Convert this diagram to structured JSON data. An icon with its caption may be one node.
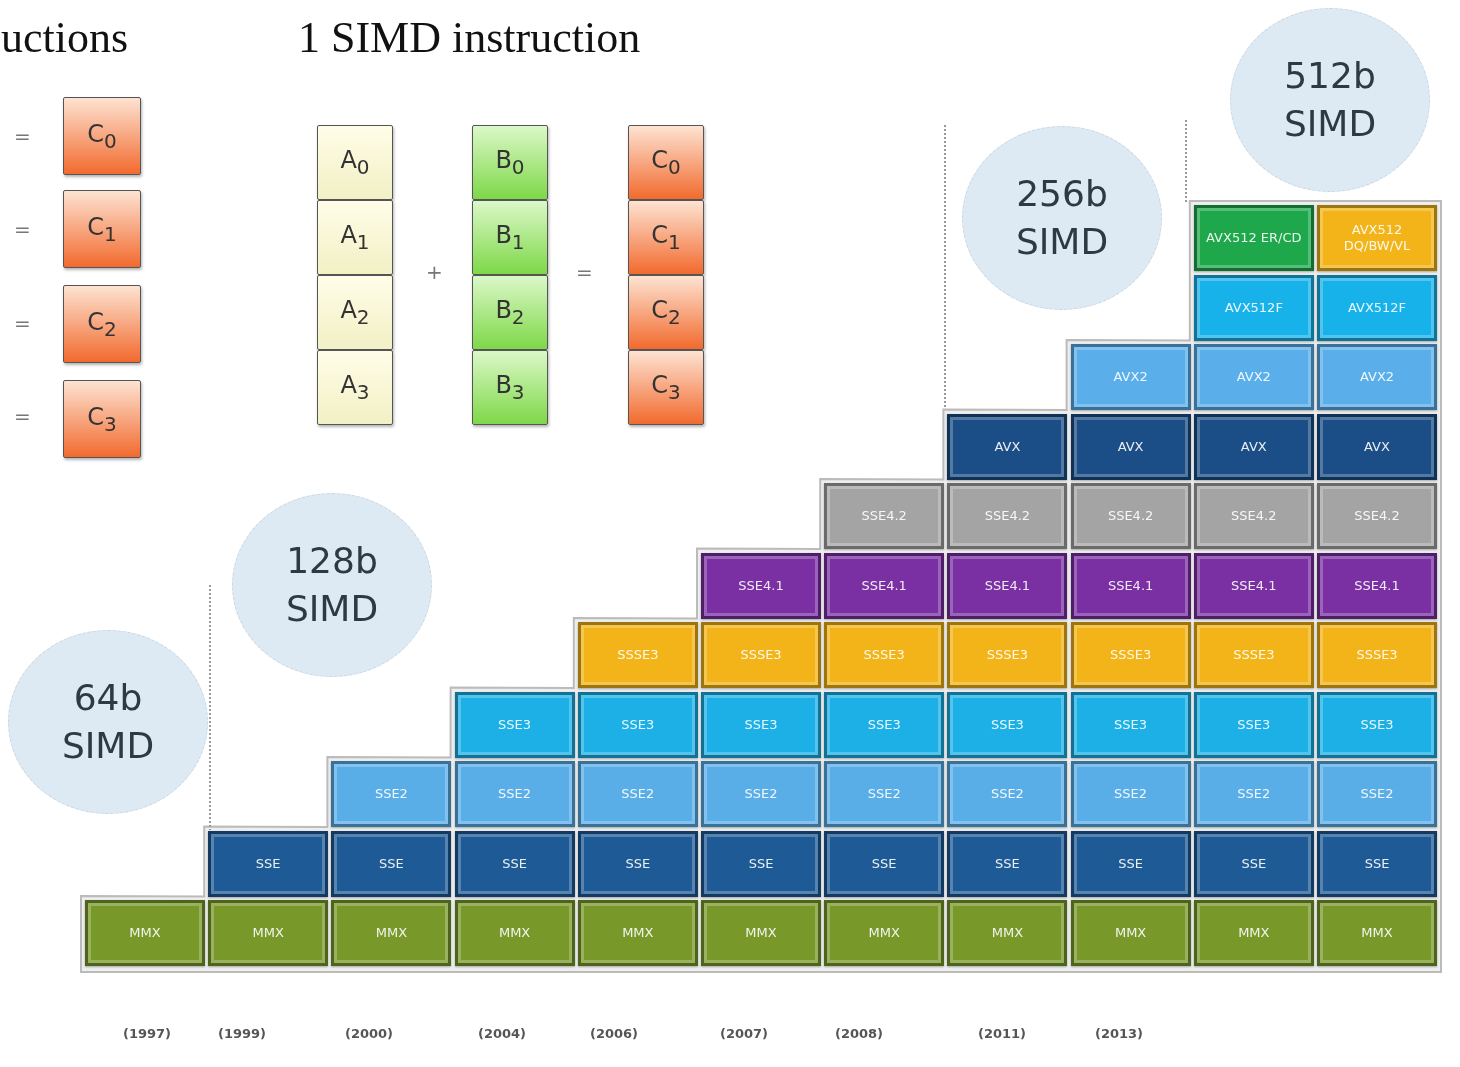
{
  "diagram": {
    "nodes": [
      {
        "text": [
          "C$_{0}$"
        ]
      },
      {
        "text": [
          "C$_{1}$"
        ]
      },
      {
        "text": [
          "C$_{2}$"
        ]
      },
      {
        "text": [
          "C$_{3}$"
        ]
      },
      {
        "text": [
          "A$_{0}$"
        ]
      },
      {
        "text": [
          "A$_{1}$"
        ]
      },
      {
        "text": [
          "A$_{2}$"
        ]
      },
      {
        "text": [
          "A$_{3}$"
        ]
      },
      {
        "text": [
          "B$_{0}$"
        ]
      },
      {
        "text": [
          "B$_{1}$"
        ]
      },
      {
        "text": [
          "B$_{2}$"
        ]
      },
      {
        "text": [
          "B$_{3}$"
        ]
      },
      {
        "text": [
          "C$_{0}$"
        ]
      },
      {
        "text": [
          "C$_{1}$"
        ]
      },
      {
        "text": [
          "C$_{2}$"
        ]
      },
      {
        "text": [
          "C$_{3}$"
        ]
      },
      {
        "text": [
          "512b SIMD"
        ]
      },
      {
        "text": [
          "256b SIMD"
        ]
      },
      {
        "text": [
          "128b SIMD"
        ]
      },
      {
        "text": [
          "64b SIMD"
        ]
      },
      {
        "text": [
          "AVX512 ER/CD"
        ]
      },
      {
        "text": [
          "AVX512 DQ/BW/VL"
        ]
      },
      {
        "text": [
          "AVX512F"
        ]
      },
      {
        "text": [
          "AVX512F"
        ]
      },
      {
        "text": [
          "AVX2"
        ]
      },
      {
        "text": [
          "AVX2"
        ]
      },
      {
        "text": [
          "AVX2"
        ]
      },
      {
        "text": [
          "AVX"
        ]
      },
      {
        "text": [
          "AVX"
        ]
      },
      {
        "text": [
          "AVX"
        ]
      },
      {
        "text": [
          "AVX"
        ]
      },
      {
        "text": [
          "SSE4.2"
        ]
      },
      {
        "text": [
          "SSE4.2"
        ]
      },
      {
        "text": [
          "SSE4.2"
        ]
      },
      {
        "text": [
          "SSE4.2"
        ]
      },
      {
        "text": [
          "SSE4.2"
        ]
      },
      {
        "text": [
          "SSE4.1"
        ]
      },
      {
        "text": [
          "SSE4.1"
        ]
      },
      {
        "text": [
          "SSE4.1"
        ]
      },
      {
        "text": [
          "SSE4.1"
        ]
      },
      {
        "text": [
          "SSE4.1"
        ]
      },
      {
        "text": [
          "SSE4.1"
        ]
      },
      {
        "text": [
          "SSSE3"
        ]
      },
      {
        "text": [
          "SSSE3"
        ]
      },
      {
        "text": [
          "SSSE3"
        ]
      },
      {
        "text": [
          "SSSE3"
        ]
      },
      {
        "text": [
          "SSSE3"
        ]
      },
      {
        "text": [
          "SSSE3"
        ]
      },
      {
        "text": [
          "SSSE3"
        ]
      },
      {
        "text": [
          "SSE3"
        ]
      },
      {
        "text": [
          "SSE3"
        ]
      },
      {
        "text": [
          "SSE3"
        ]
      },
      {
        "text": [
          "SSE3"
        ]
      },
      {
        "text": [
          "SSE3"
        ]
      },
      {
        "text": [
          "SSE3"
        ]
      },
      {
        "text": [
          "SSE3"
        ]
      },
      {
        "text": [
          "SSE3"
        ]
      },
      {
        "text": [
          "SSE2"
        ]
      },
      {
        "text": [
          "SSE2"
        ]
      },
      {
        "text": [
          "SSE2"
        ]
      },
      {
        "text": [
          "SSE2"
        ]
      },
      {
        "text": [
          "SSE2"
        ]
      },
      {
        "text": [
          "SSE2"
        ]
      },
      {
        "text": [
          "SSE2"
        ]
      },
      {
        "text": [
          "SSE2"
        ]
      },
      {
        "text": [
          "SSE2"
        ]
      },
      {
        "text": [
          "SSE"
        ]
      },
      {
        "text": [
          "SSE"
        ]
      },
      {
        "text": [
          "SSE"
        ]
      },
      {
        "text": [
          "SSE"
        ]
      },
      {
        "text": [
          "SSE"
        ]
      },
      {
        "text": [
          "SSE"
        ]
      },
      {
        "text": [
          "SSE"
        ]
      },
      {
        "text": [
          "SSE"
        ]
      },
      {
        "text": [
          "SSE"
        ]
      },
      {
        "text": [
          "SSE"
        ]
      },
      {
        "text": [
          "MMX"
        ]
      },
      {
        "text": [
          "MMX"
        ]
      },
      {
        "text": [
          "MMX"
        ]
      },
      {
        "text": [
          "MMX"
        ]
      },
      {
        "text": [
          "MMX"
        ]
      },
      {
        "text": [
          "MMX"
        ]
      },
      {
        "text": [
          "MMX"
        ]
      },
      {
        "text": [
          "MMX"
        ]
      },
      {
        "text": [
          "MMX"
        ]
      },
      {
        "text": [
          "MMX"
        ]
      },
      {
        "text": [
          "MMX"
        ]
      }
    ],
    "labels": [
      "uctions",
      "1 SIMD instruction",
      "=",
      "=",
      "=",
      "=",
      "+",
      "=",
      "(1997)",
      "(1999)",
      "(2000)",
      "(2004)",
      "(2006)",
      "(2007)",
      "(2008)",
      "(2011)",
      "(2013)"
    ]
  }
}
